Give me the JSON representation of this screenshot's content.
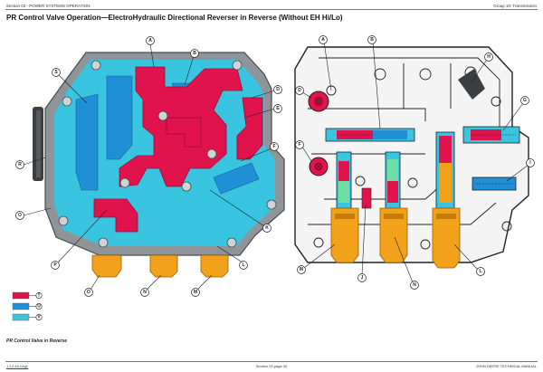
{
  "header": {
    "left": "Section 03 - POWER SYSTEMS OPERATION",
    "right": "Group 10: Transmission"
  },
  "title": "PR Control Valve Operation—ElectroHydraulic Directional Reverser in Reverse (Without EH Hi/Lo)",
  "colors": {
    "high_pressure": "#e0134d",
    "medium_pressure": "#1f8fd6",
    "low_pressure": "#39c4e0",
    "body_gray": "#8f9498",
    "solenoid_orange": "#f2a21a"
  },
  "callouts": {
    "a": "A",
    "b": "B",
    "c": "C",
    "d": "D",
    "e": "E",
    "f": "F",
    "g": "G",
    "h": "H",
    "i": "I",
    "j": "J",
    "k": "K",
    "l": "L",
    "m": "M",
    "n": "N",
    "o": "O",
    "p": "P",
    "r": "R",
    "s": "S",
    "t": "T",
    "u": "U",
    "v": "V"
  },
  "legend": [
    {
      "label": "T",
      "color": "#e0134d"
    },
    {
      "label": "U",
      "color": "#1f8fd6"
    },
    {
      "label": "V",
      "color": "#39c4e0"
    }
  ],
  "caption": "PR Control Valve in Reverse",
  "footer": {
    "left": "1-14 &lt;1&gt;",
    "center": "Section 03 page 30",
    "right": "JOHN DEERE TECHNICAL MANUAL"
  }
}
